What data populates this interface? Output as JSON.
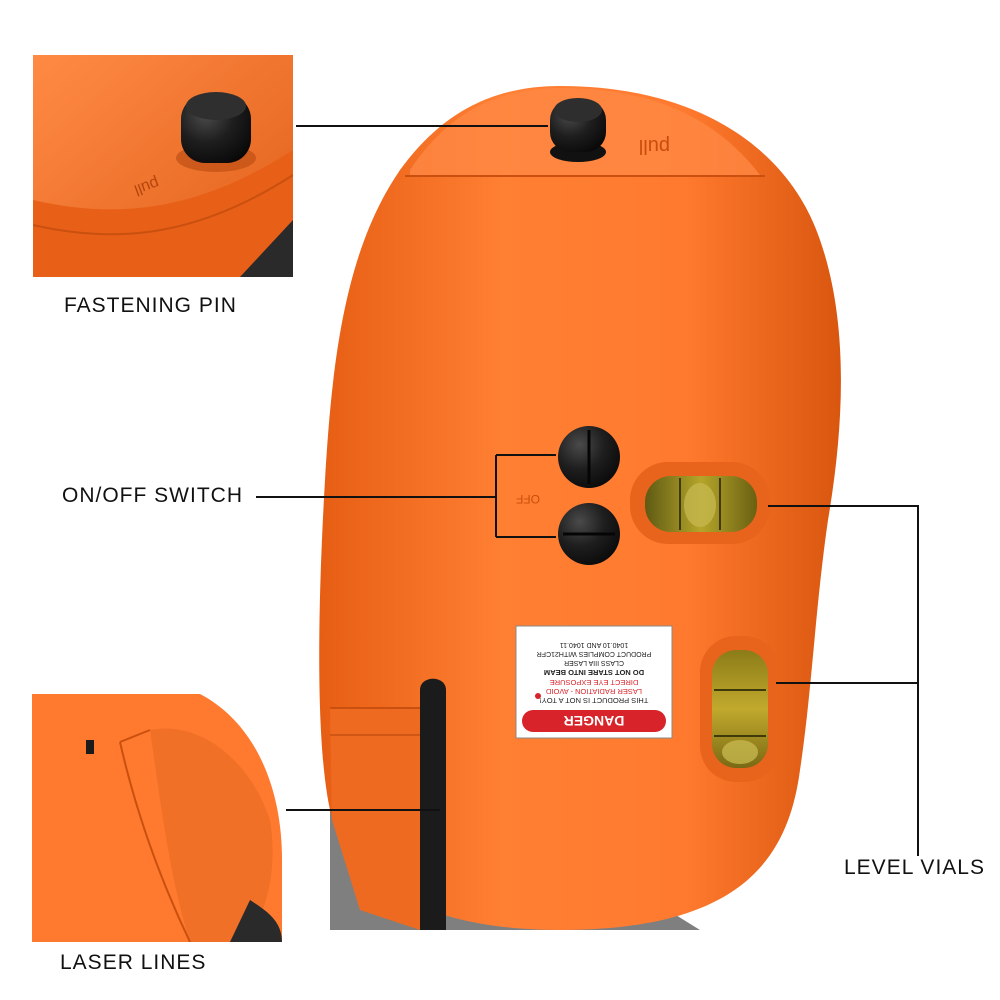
{
  "callouts": {
    "fastening_pin": "FASTENING PIN",
    "on_off_switch": "ON/OFF SWITCH",
    "level_vials": "LEVEL VIALS",
    "laser_lines": "LASER LINES"
  },
  "device": {
    "pull_text": "pull",
    "off_text": "OFF",
    "warning_label": {
      "banner": "DANGER",
      "lines": [
        "THIS PRODUCT IS NOT A TOY!",
        "LASER RADIATION - AVOID",
        "DIRECT EYE EXPOSURE",
        "DO NOT STARE INTO BEAM",
        "CLASS IIIA LASER",
        "PRODUCT COMPLIES WITH21CFR",
        "1040.10 AND 1040.11"
      ]
    }
  },
  "colors": {
    "body_orange": "#ff7a2e",
    "body_shadow": "#e85f15",
    "rubber_black": "#1b1b1b",
    "vial_liquid": "#9a8a1e",
    "danger_red": "#d8232a"
  }
}
